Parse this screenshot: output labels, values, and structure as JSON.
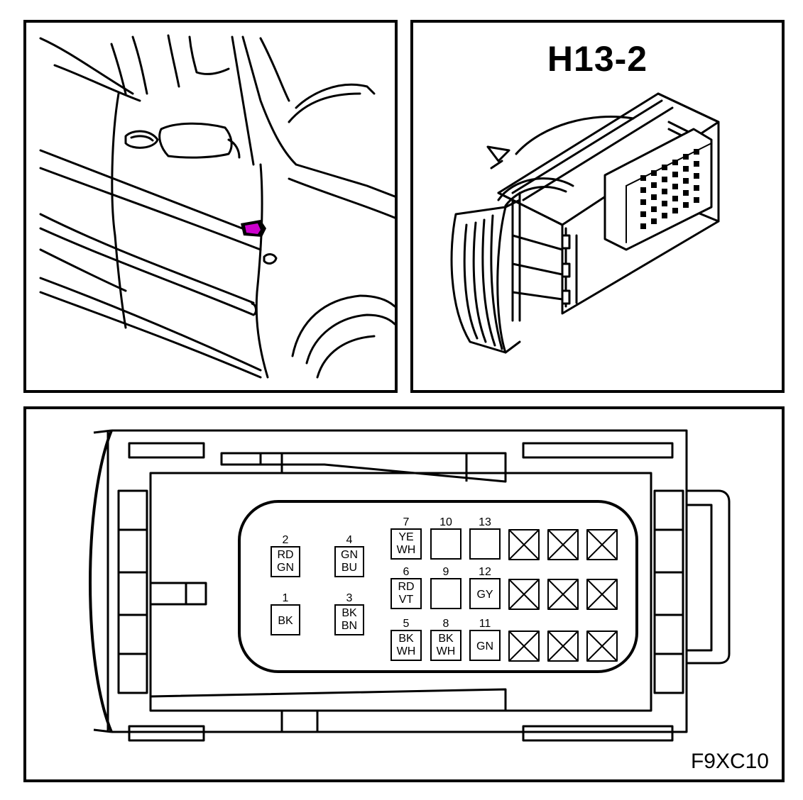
{
  "connector": {
    "title": "H13-2",
    "figure_code": "F9XC10"
  },
  "pins": [
    {
      "num": "2",
      "lines": [
        "RD",
        "GN"
      ]
    },
    {
      "num": "4",
      "lines": [
        "GN",
        "BU"
      ]
    },
    {
      "num": "1",
      "lines": [
        "BK"
      ]
    },
    {
      "num": "3",
      "lines": [
        "BK",
        "BN"
      ]
    },
    {
      "num": "7",
      "lines": [
        "YE",
        "WH"
      ]
    },
    {
      "num": "10",
      "lines": []
    },
    {
      "num": "13",
      "lines": []
    },
    {
      "num": "6",
      "lines": [
        "RD",
        "VT"
      ]
    },
    {
      "num": "9",
      "lines": []
    },
    {
      "num": "12",
      "lines": [
        "GY"
      ]
    },
    {
      "num": "5",
      "lines": [
        "BK",
        "WH"
      ]
    },
    {
      "num": "8",
      "lines": [
        "BK",
        "WH"
      ]
    },
    {
      "num": "11",
      "lines": [
        "GN"
      ]
    }
  ],
  "colors": {
    "line": "#000000",
    "highlight": "#cc00cc"
  }
}
